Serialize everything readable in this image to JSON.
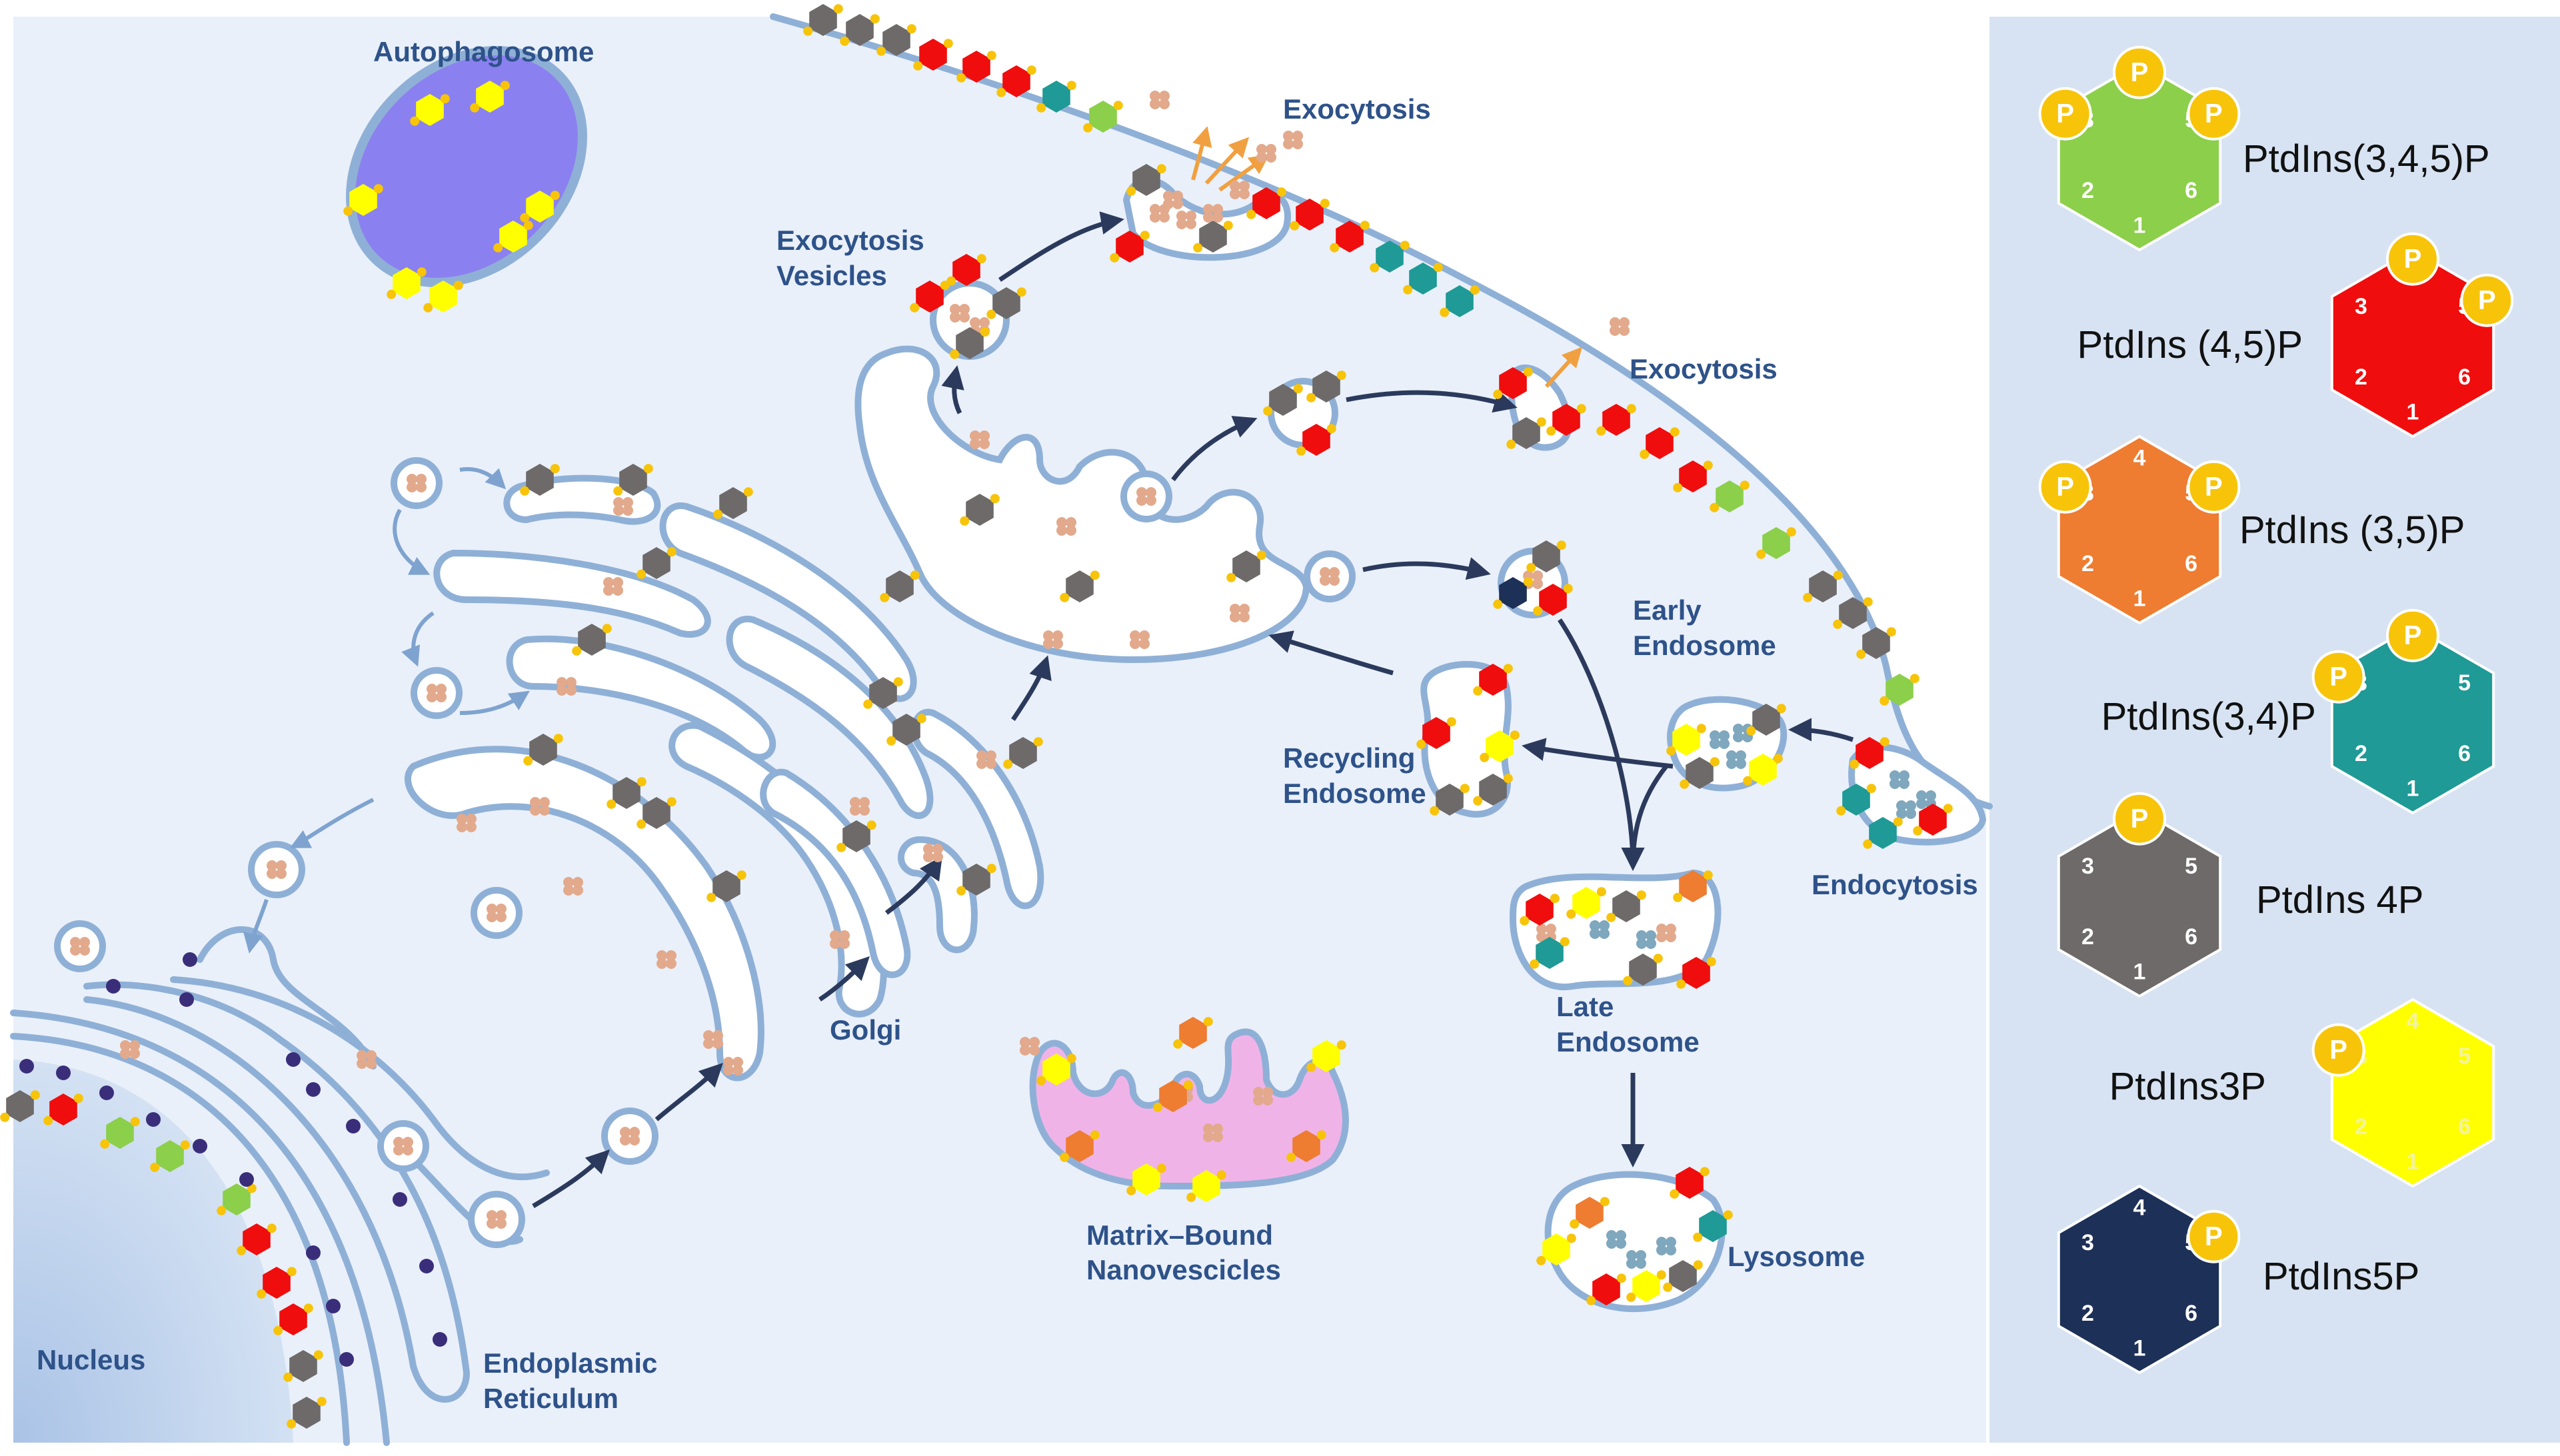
{
  "labels": {
    "autophagosome": "Autophagosome",
    "exocytosis_top": "Exocytosis",
    "exocytosis_vesicles_1": "Exocytosis",
    "exocytosis_vesicles_2": "Vesicles",
    "exocytosis_right": "Exocytosis",
    "early_endosome_1": "Early",
    "early_endosome_2": "Endosome",
    "recycling_endosome_1": "Recycling",
    "recycling_endosome_2": "Endosome",
    "endocytosis": "Endocytosis",
    "late_endosome_1": "Late",
    "late_endosome_2": "Endosome",
    "lysosome": "Lysosome",
    "golgi": "Golgi",
    "matrix_bound_1": "Matrix–Bound",
    "matrix_bound_2": "Nanovescicles",
    "nucleus": "Nucleus",
    "er_1": "Endoplasmic",
    "er_2": "Reticulum"
  },
  "legend": {
    "phosphate_symbol": "P",
    "items": [
      {
        "name": "PtdIns(3,4,5)P",
        "color": "#8ccf4a",
        "phosphates": [
          "3",
          "4",
          "5"
        ]
      },
      {
        "name": "PtdIns (4,5)P",
        "color": "#f00d0d",
        "phosphates": [
          "4",
          "5"
        ]
      },
      {
        "name": "PtdIns (3,5)P",
        "color": "#ee7c31",
        "phosphates": [
          "3",
          "5"
        ]
      },
      {
        "name": "PtdIns(3,4)P",
        "color": "#1f9a96",
        "phosphates": [
          "3",
          "4"
        ]
      },
      {
        "name": "PtdIns 4P",
        "color": "#6e6a6a",
        "phosphates": [
          "4"
        ]
      },
      {
        "name": "PtdIns3P",
        "color": "#ffff00",
        "phosphates": [
          "3"
        ]
      },
      {
        "name": "PtdIns5P",
        "color": "#1d3057",
        "phosphates": [
          "5"
        ]
      }
    ],
    "ring_numbers": [
      "1",
      "2",
      "3",
      "4",
      "5",
      "6"
    ]
  },
  "colors": {
    "cytoplasm": "#e9f0fa",
    "membrane": "#8fb0d6",
    "autophagosome_fill": "#8b80f0",
    "matrix_vesicle_fill": "#f0b3e8",
    "phosphate": "#f7c40a",
    "arrow": "#2b3a5c",
    "cargo": "#e2a98c",
    "legend_panel": "#d7e3f2"
  }
}
